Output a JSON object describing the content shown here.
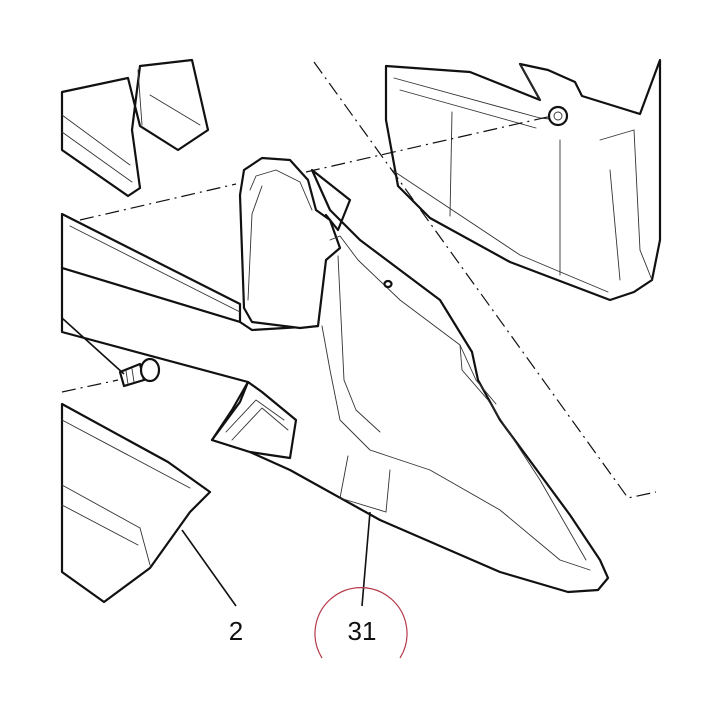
{
  "diagram": {
    "callouts": [
      {
        "id": "2",
        "label": "2"
      },
      {
        "id": "31",
        "label": "31"
      }
    ],
    "colors": {
      "line": "#111111",
      "background": "#ffffff",
      "highlight": "#b53a4a"
    }
  }
}
